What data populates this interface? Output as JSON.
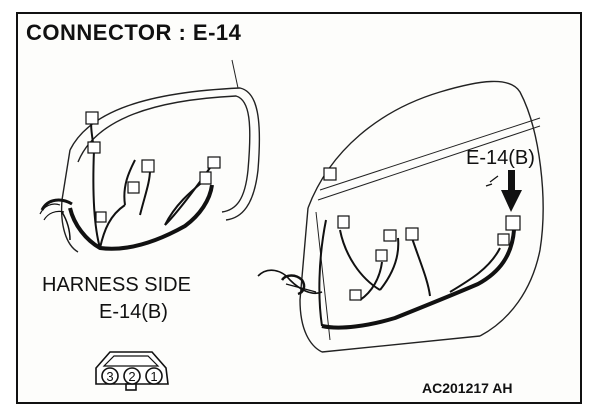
{
  "title": "CONNECTOR : E-14",
  "harness_side_label": "HARNESS SIDE",
  "harness_connector_id": "E-14(B)",
  "callout_label": "E-14(B)",
  "reference_code": "AC201217 AH",
  "connector_pins": [
    "3",
    "2",
    "1"
  ]
}
